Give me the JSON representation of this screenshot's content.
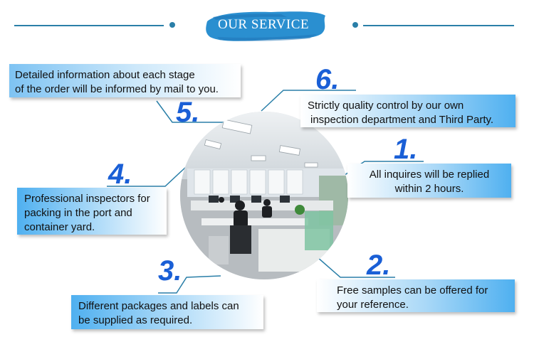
{
  "header": {
    "title": "OUR SERVICE"
  },
  "colors": {
    "accent": "#1a5fd6",
    "line": "#2a7fa8",
    "banner": "#2a8fd0"
  },
  "photo": {
    "description_icon": "office-photo"
  },
  "steps": [
    {
      "number": "1.",
      "text_lines": [
        "All inquires will be replied",
        "within 2 hours."
      ]
    },
    {
      "number": "2.",
      "text_lines": [
        "Free samples can be offered for",
        "your reference."
      ]
    },
    {
      "number": "3.",
      "text_lines": [
        "Different packages and labels can",
        "be supplied as required."
      ]
    },
    {
      "number": "4.",
      "text_lines": [
        "Professional inspectors for",
        "packing in the port and",
        "container yard."
      ]
    },
    {
      "number": "5.",
      "text_lines": [
        "Detailed information about each stage",
        "of the order will be informed by mail to you."
      ]
    },
    {
      "number": "6.",
      "text_lines": [
        "Strictly quality control by our own",
        "inspection department and Third Party."
      ]
    }
  ]
}
